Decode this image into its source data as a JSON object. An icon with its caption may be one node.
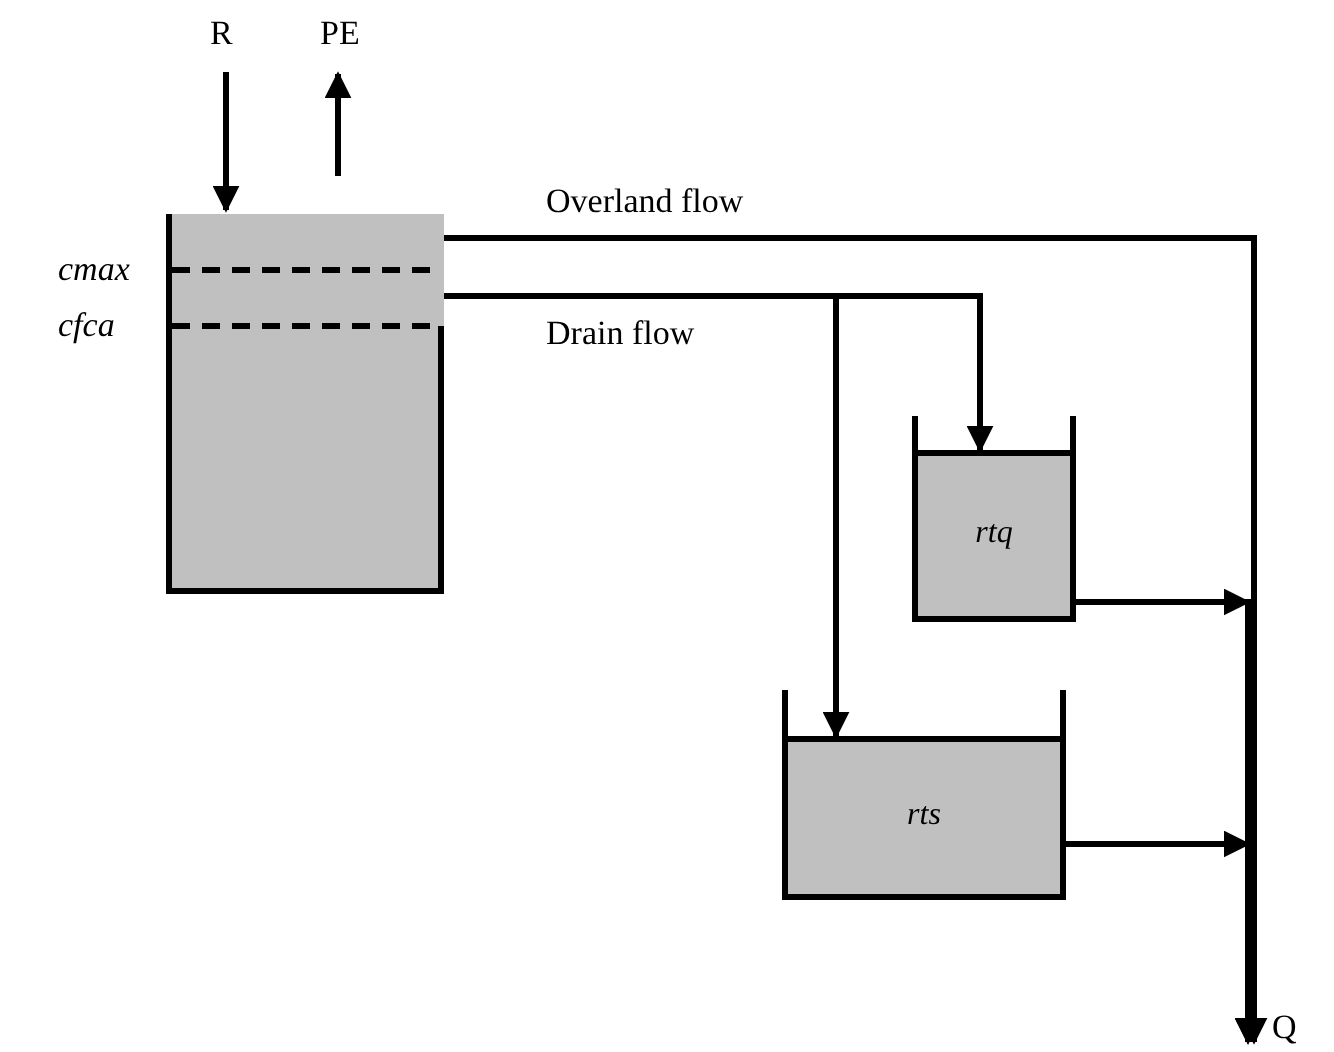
{
  "diagram": {
    "nodes": [
      {
        "text": [],
        "shape": "box",
        "beside": [
          "cmax",
          "cfca"
        ]
      },
      {
        "text": [
          "rtq"
        ]
      },
      {
        "text": [
          "rts"
        ]
      },
      {
        "text": [
          "R"
        ]
      },
      {
        "text": [
          "PE"
        ]
      },
      {
        "text": [
          "Q"
        ]
      }
    ],
    "edges": [
      {
        "from": 3,
        "to": 0,
        "arrow": "to"
      },
      {
        "from": 0,
        "to": 4,
        "arrow": "to"
      },
      {
        "from": 0,
        "to": 5,
        "arrow": "to",
        "label": "Overland flow"
      },
      {
        "from": 0,
        "to": 1,
        "arrow": "to",
        "label": "Drain flow"
      },
      {
        "from": 0,
        "to": 2,
        "arrow": "to"
      },
      {
        "from": 1,
        "to": 5,
        "arrow": "to"
      },
      {
        "from": 2,
        "to": 5,
        "arrow": "to"
      }
    ]
  }
}
